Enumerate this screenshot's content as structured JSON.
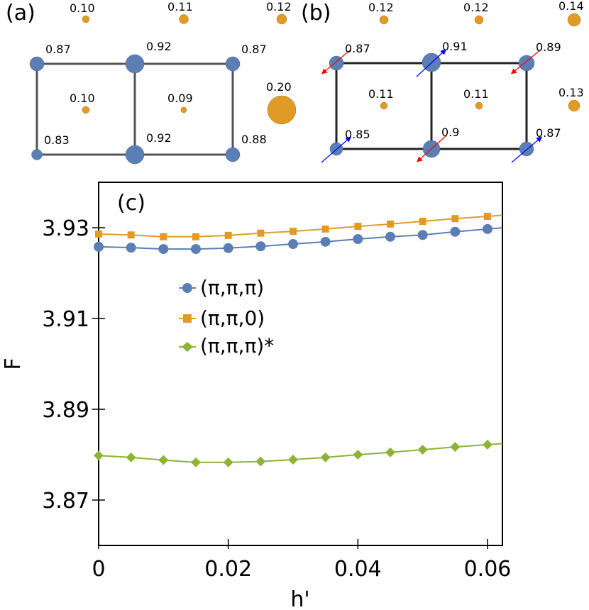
{
  "panel_a": {
    "label": "(a)",
    "top_row": [
      "0.10",
      "0.11",
      "0.12"
    ],
    "nodes_top": [
      "0.87",
      "0.92",
      "0.87"
    ],
    "centers": [
      "0.10",
      "0.09"
    ],
    "right_center": "0.20",
    "nodes_bottom": [
      "0.83",
      "0.92",
      "0.88"
    ]
  },
  "panel_b": {
    "label": "(b)",
    "top_row": [
      "0.12",
      "0.12",
      "0.14"
    ],
    "nodes_top": [
      "0.87",
      "0.91",
      "0.89"
    ],
    "centers": [
      "0.11",
      "0.11"
    ],
    "right_center": "0.13",
    "nodes_bottom": [
      "0.85",
      "0.9",
      "0.87"
    ]
  },
  "colors": {
    "node_blue": "#5b7fb4",
    "site_orange": "#e09b27",
    "series_green": "#8db33a",
    "arrow_red": "#ff0000",
    "arrow_blue": "#0000ff"
  },
  "chart_data": {
    "type": "line",
    "panel_label": "(c)",
    "title": "",
    "xlabel": "h'",
    "ylabel": "F",
    "xlim": [
      0,
      0.0625
    ],
    "ylim": [
      3.861,
      3.941
    ],
    "xticks": [
      "0",
      "0.02",
      "0.04",
      "0.06"
    ],
    "yticks": [
      "3.87",
      "3.89",
      "3.91",
      "3.93"
    ],
    "grid": false,
    "legend_position": "upper-left (inside)",
    "x": [
      0,
      0.005,
      0.01,
      0.015,
      0.02,
      0.025,
      0.03,
      0.035,
      0.04,
      0.045,
      0.05,
      0.055,
      0.06
    ],
    "series": [
      {
        "name": "(π,π,π)",
        "marker": "circle",
        "color": "#5b7fb4",
        "values": [
          3.9258,
          3.9256,
          3.9253,
          3.9253,
          3.9255,
          3.9259,
          3.9264,
          3.9269,
          3.9275,
          3.928,
          3.9284,
          3.9291,
          3.9297
        ]
      },
      {
        "name": "(π,π,0)",
        "marker": "square",
        "color": "#e09b27",
        "values": [
          3.9286,
          3.9284,
          3.928,
          3.928,
          3.9283,
          3.9288,
          3.9292,
          3.9297,
          3.9303,
          3.9308,
          3.9314,
          3.932,
          3.9325
        ]
      },
      {
        "name": "(π,π,π)*",
        "marker": "diamond",
        "color": "#8db33a",
        "values": [
          3.8798,
          3.8794,
          3.8788,
          3.8783,
          3.8783,
          3.8785,
          3.8789,
          3.8794,
          3.88,
          3.8805,
          3.8811,
          3.8817,
          3.8822
        ]
      }
    ]
  }
}
